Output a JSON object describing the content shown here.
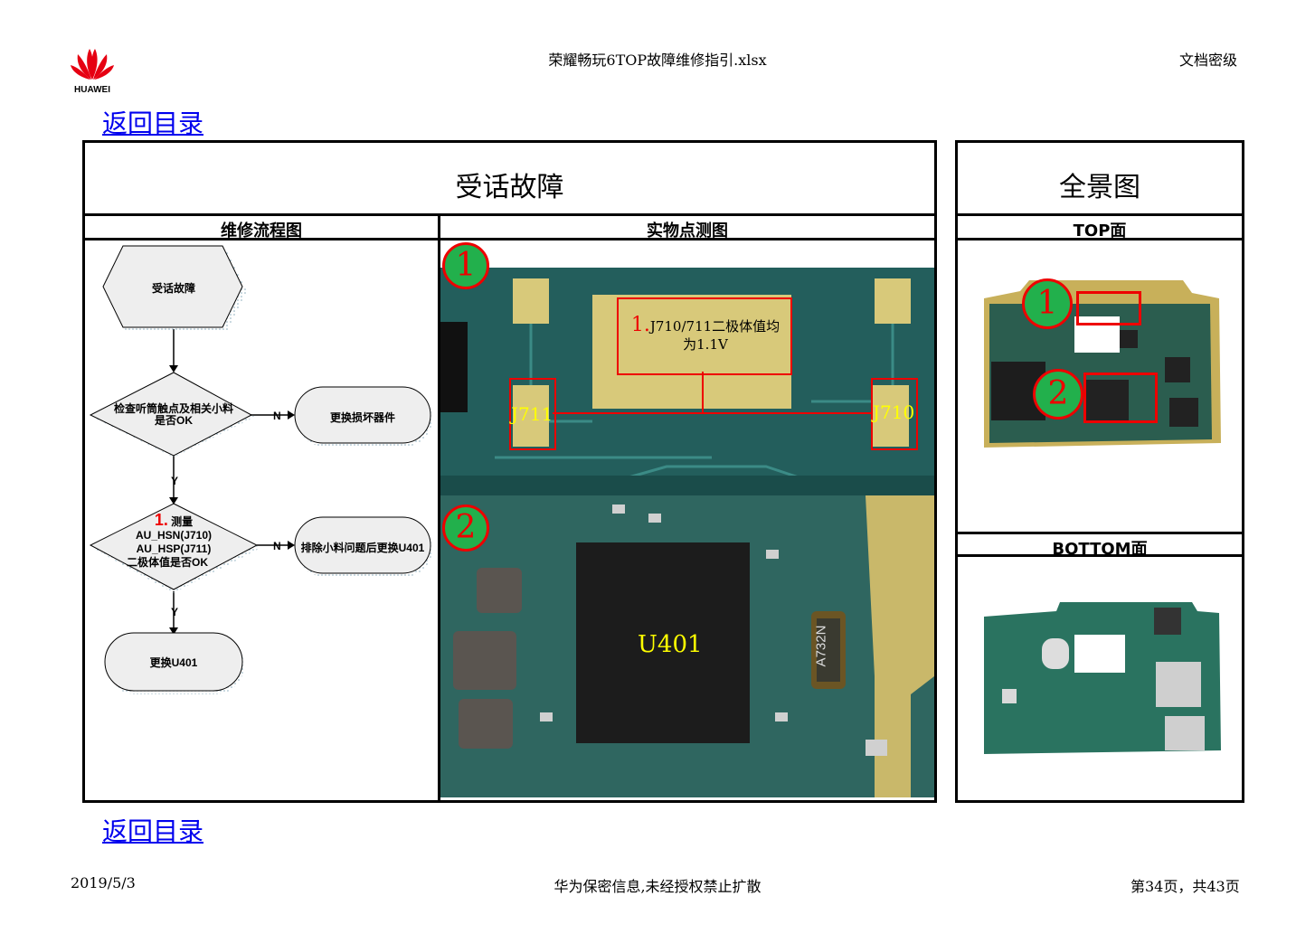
{
  "header": {
    "logo_text": "HUAWEI",
    "file_name": "荣耀畅玩6TOP故障维修指引.xlsx",
    "doc_level": "文档密级"
  },
  "back_link_top": "返回目录",
  "back_link_bottom": "返回目录",
  "main": {
    "title": "受话故障",
    "flow_header": "维修流程图",
    "photo_header": "实物点测图"
  },
  "panorama": {
    "title": "全景图",
    "top_label": "TOP面",
    "bottom_label": "BOTTOM面"
  },
  "flow": {
    "start": "受话故障",
    "check1_line1": "检查听筒触点及相关小料",
    "check1_line2": "是否OK",
    "action1": "更换损坏器件",
    "n1": "N",
    "y1": "Y",
    "check2_num": "1.",
    "check2_line1": "测量",
    "check2_line2": "AU_HSN(J710)",
    "check2_line3": "AU_HSP(J711)",
    "check2_line4": "二极体值是否OK",
    "action2": "排除小料问题后更换U401",
    "n2": "N",
    "y2": "Y",
    "end": "更换U401"
  },
  "photo1": {
    "marker": "1",
    "note_num": "1.",
    "note_line1": "J710/711二极体值均",
    "note_line2": "为1.1V",
    "label_left": "J711",
    "label_right": "J710"
  },
  "photo2": {
    "marker": "2",
    "chip_label": "U401",
    "crystal_label": "A732N"
  },
  "top_photo": {
    "marker1": "1",
    "marker2": "2"
  },
  "footer": {
    "date": "2019/5/3",
    "confidential": "华为保密信息,未经授权禁止扩散",
    "page": "第34页，共43页"
  }
}
